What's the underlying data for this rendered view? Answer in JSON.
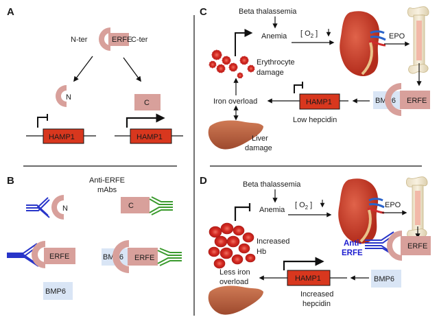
{
  "figure": {
    "panels": {
      "a": "A",
      "b": "B",
      "c": "C",
      "d": "D"
    },
    "colors": {
      "erfe_pink": "#d8a09b",
      "hamp1_red": "#d8371e",
      "bmp6_blue": "#d9e5f5",
      "antibody_blue": "#2835c9",
      "antibody_green": "#3a9a2d",
      "rbc_red": "#d42a22",
      "kidney_red": "#c83a26",
      "liver_brown": "#b45a3c",
      "anti_erfe_text": "#1c1ccf"
    },
    "panel_a": {
      "n_ter": "N-ter",
      "erfe": "ERFE",
      "c_ter": "C-ter",
      "n_fragment": "N",
      "c_fragment": "C",
      "hamp1_left": "HAMP1",
      "hamp1_right": "HAMP1"
    },
    "panel_b": {
      "mabs_line1": "Anti-ERFE",
      "mabs_line2": "mAbs",
      "n_label": "N",
      "c_label": "C",
      "erfe_left": "ERFE",
      "bmp6_right": "BMP6",
      "erfe_right": "ERFE",
      "bmp6_free": "BMP6"
    },
    "panel_c": {
      "beta_thal": "Beta thalassemia",
      "anemia": "Anemia",
      "o2": "[ O",
      "o2_sub": "2",
      "o2_close": " ]",
      "epo": "EPO",
      "erythro_line1": "Erythrocyte",
      "erythro_line2": "damage",
      "bmp6": "BMP6",
      "erfe": "ERFE",
      "hamp1": "HAMP1",
      "iron_overload": "Iron overload",
      "low_hepcidin": "Low hepcidin",
      "liver_line1": "Liver",
      "liver_line2": "damage"
    },
    "panel_d": {
      "beta_thal": "Beta thalassemia",
      "anemia": "Anemia",
      "o2": "[ O",
      "o2_sub": "2",
      "o2_close": " ]",
      "epo": "EPO",
      "increased_line1": "Increased",
      "increased_line2": "Hb",
      "anti_line1": "Anti-",
      "anti_line2": "ERFE",
      "erfe": "ERFE",
      "less_line1": "Less iron",
      "less_line2": "overload",
      "hamp1": "HAMP1",
      "bmp6": "BMP6",
      "hep_line1": "Increased",
      "hep_line2": "hepcidin"
    }
  }
}
